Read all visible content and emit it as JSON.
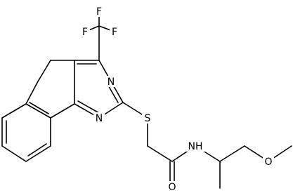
{
  "molecule": {
    "atom_labels": {
      "f_top": "F",
      "f_left": "F",
      "f_right": "F",
      "n_upper": "N",
      "n_lower": "N",
      "s": "S",
      "nh": "NH",
      "o_carbonyl": "O",
      "o_ether": "O"
    },
    "colors": {
      "bond": "#000000",
      "text": "#000000",
      "background": "#ffffff"
    }
  }
}
